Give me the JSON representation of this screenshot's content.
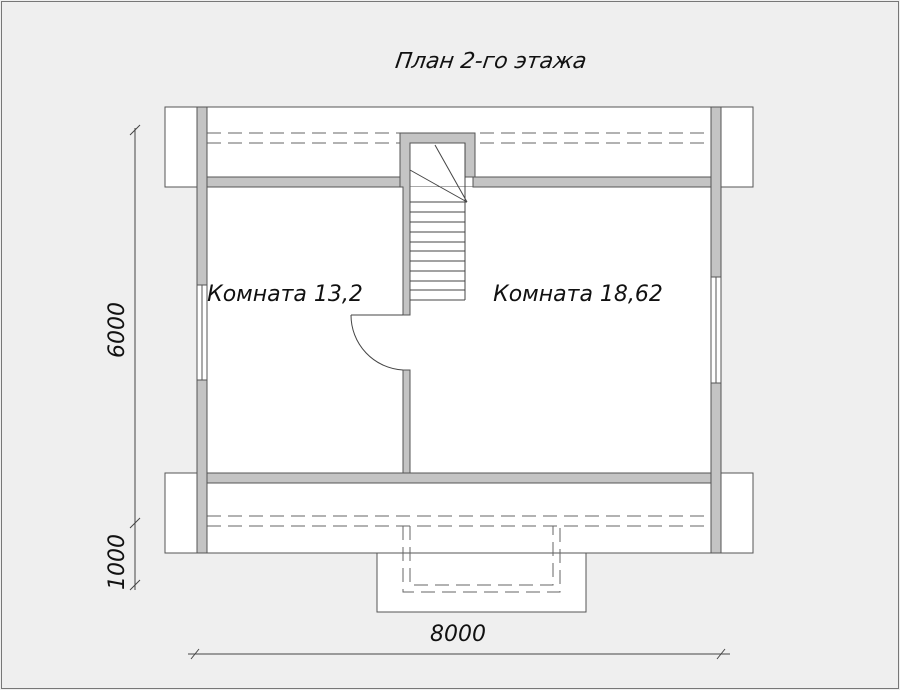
{
  "title": "План 2-го этажа",
  "rooms": [
    {
      "label": "Комната 13,2"
    },
    {
      "label": "Комната 18,62"
    }
  ],
  "dimensions": {
    "height_main": "6000",
    "height_porch": "1000",
    "width": "8000"
  },
  "colors": {
    "background": "#efefef",
    "wall": "#c4c4c4",
    "line": "#555555"
  }
}
